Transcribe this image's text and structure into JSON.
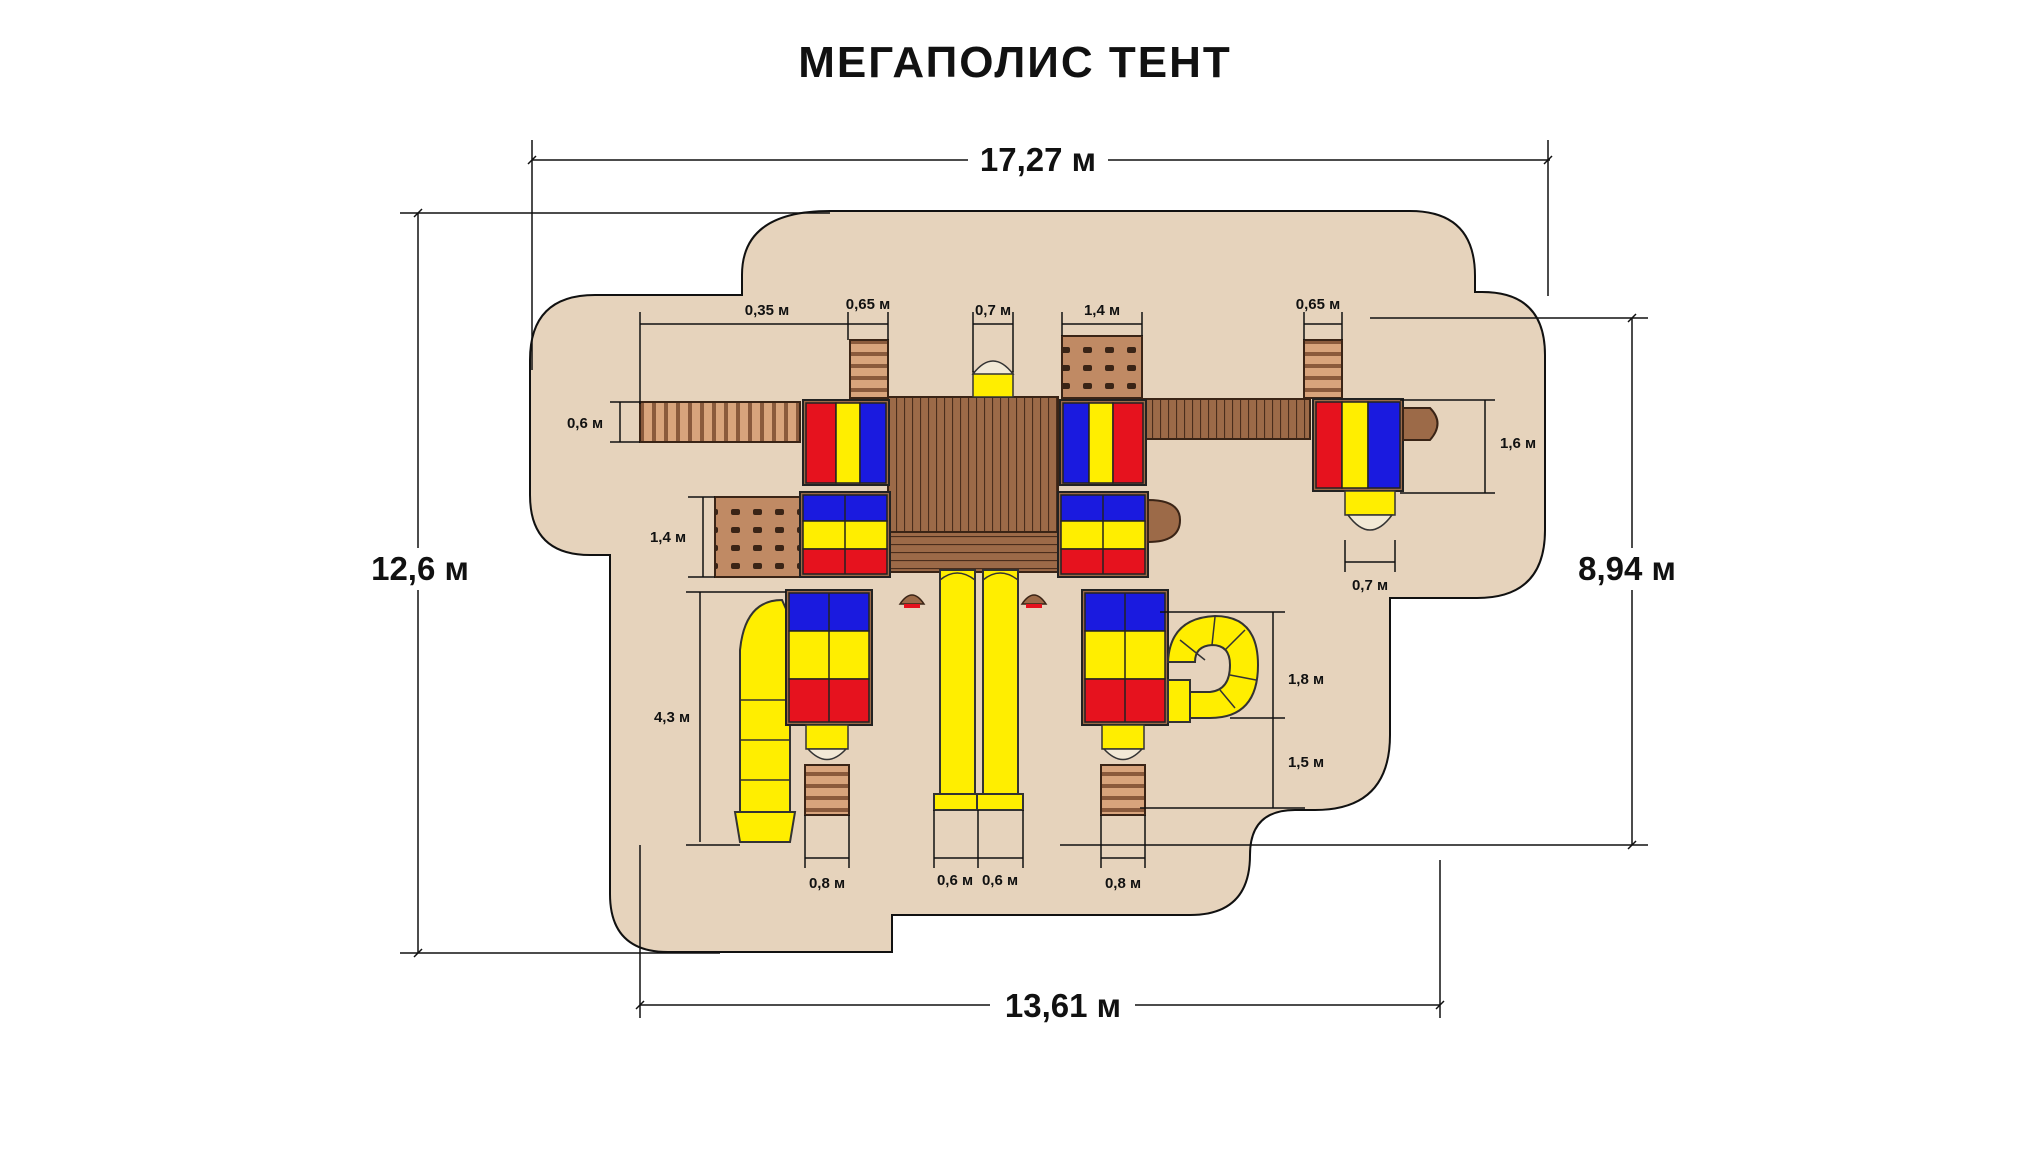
{
  "title": "МЕГАПОЛИС ТЕНТ",
  "colors": {
    "background": "#ffffff",
    "ground": "#e6d3bc",
    "red": "#e6121e",
    "yellow": "#ffee00",
    "blue": "#1a1adf",
    "wood": "#8a5a3c",
    "wood_light": "#d8a47c"
  },
  "dimensions": {
    "overall_width": "17,27 м",
    "base_width": "13,61 м",
    "overall_depth": "12,6 м",
    "complex_depth": "8,94 м",
    "offset_left": "0,35 м",
    "ladder_top_left": "0,65 м",
    "dome_top": "0,7 м",
    "climber_top": "1,4 м",
    "ladder_top_right": "0,65 м",
    "bridge_left": "0,6 м",
    "tower_right": "1,6 м",
    "climber_left": "1,4 м",
    "dome_right": "0,7 м",
    "spiral_slide": "4,3 м",
    "tube_slide": "1,8 м",
    "tube_slide_exit": "1,5 м",
    "ladder_bottom_left": "0,8 м",
    "slide_a": "0,6 м",
    "slide_b": "0,6 м",
    "ladder_bottom_right": "0,8 м"
  }
}
